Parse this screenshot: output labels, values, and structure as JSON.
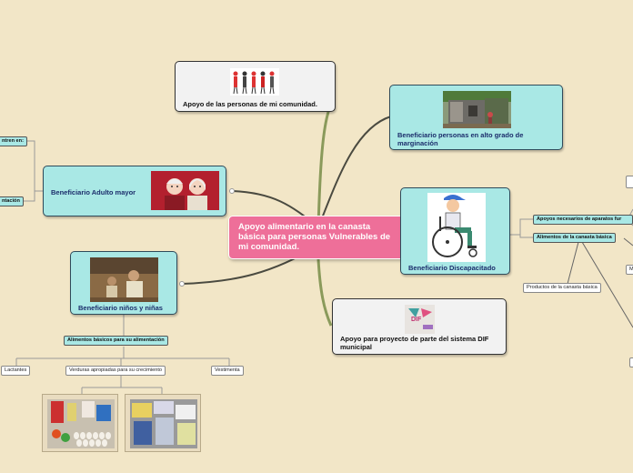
{
  "main": {
    "title": "Apoyo alimentario en la canasta básica para personas Vulnerables de mi comunidad."
  },
  "nodes": {
    "comunidad": "Apoyo de las personas de mi comunidad.",
    "marginacion": "Beneficiario personas en alto grado de marginación",
    "adulto": "Beneficiario Adulto mayor",
    "ninos": "Beneficiario niños y niñas",
    "discapacitado": "Beneficiario Discapacitado",
    "dif": "Apoyo para proyecto de parte del sistema DIF municipal"
  },
  "small": {
    "left_top": "ntren en:",
    "left_bottom": "ntación",
    "alimentos_basicos": "Alimentos básicos para su alimentación",
    "lactantes": "Lactantes",
    "verduras": "Verduras apropiadas para su crecimiento",
    "vestimenta": "Vestimenta",
    "aparatos": "Apoyos necesarios de aparatos fur",
    "alimentos_canasta": "Alimentos de la canasta básica",
    "productos": "Productos de la canasta básica",
    "right_m": "M"
  },
  "badges": {
    "dif": "DIF"
  },
  "colors": {
    "background": "#f2e6c7",
    "teal": "#a9e8e5",
    "main": "#ee6f99",
    "branch": "#8a9a5b",
    "branch_dark": "#4a4a40"
  },
  "icons": [
    "people-group-icon",
    "elderly-couple-icon",
    "wheelchair-person-icon",
    "link-icon"
  ]
}
